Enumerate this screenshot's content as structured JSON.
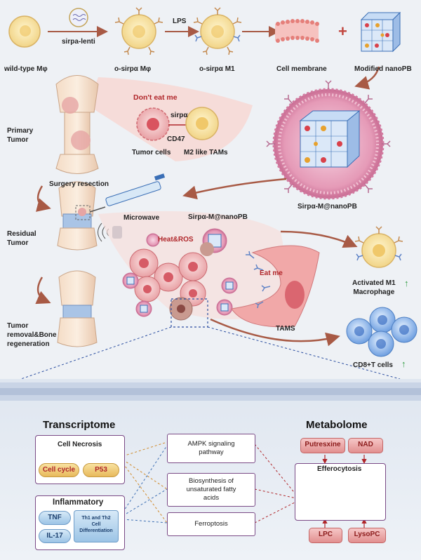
{
  "top": {
    "wild_type": "wild-type Mφ",
    "sirpa_lenti": "sirpa-lenti",
    "o_sirpa_mphi": "o-sirpα Mφ",
    "lps": "LPS",
    "o_sirpa_m1": "o-sirpα M1",
    "cell_membrane": "Cell membrane",
    "plus": "+",
    "modified_nanopb": "Modified nanoPB"
  },
  "left": {
    "primary_tumor": "Primary\nTumor",
    "surgery_resection": "Surgery resection",
    "residual_tumor": "Residual\nTumor",
    "removal": "Tumor\nremoval&Bone\nregeneration"
  },
  "callout": {
    "dont_eat_me": "Don't eat me",
    "sirpa": "sirpα",
    "cd47": "CD47",
    "tumor_cells": "Tumor cells",
    "m2_tams": "M2 like TAMs"
  },
  "nanoparticle_label": "Sirpα-M@nanoPB",
  "middle": {
    "microwave": "Microwave",
    "sirpa_m_nanopb": "Sirpα-M@nanoPB",
    "heat_ros": "Heat&ROS",
    "eat_me": "Eat me",
    "tams": "TAMS",
    "activated_m1": "Activated M1\nMacrophage",
    "cd8": "CD8+T cells",
    "up_arrow": "↑"
  },
  "bottom": {
    "transcriptome": "Transcriptome",
    "metabolome": "Metabolome",
    "cell_necrosis": "Cell Necrosis",
    "cell_cycle": "Cell cycle",
    "p53": "P53",
    "inflammatory": "Inflammatory",
    "tnf": "TNF",
    "il17": "IL-17",
    "th_diff": "Th1 and Th2\nCell\nDifferentiation",
    "ampk": "AMPK signaling\npathway",
    "biosynthesis": "Biosynthesis of\nunsaturated fatty\nacids",
    "ferroptosis": "Ferroptosis",
    "putresxine": "Putresxine",
    "nad": "NAD",
    "efferocytosis": "Efferocytosis",
    "lpc": "LPC",
    "lysopc": "LysoPC"
  },
  "colors": {
    "accent_red": "#b0262a",
    "box_border": "#7a4a86",
    "arrow": "#a85a45",
    "green_up": "#2e9b3e"
  }
}
